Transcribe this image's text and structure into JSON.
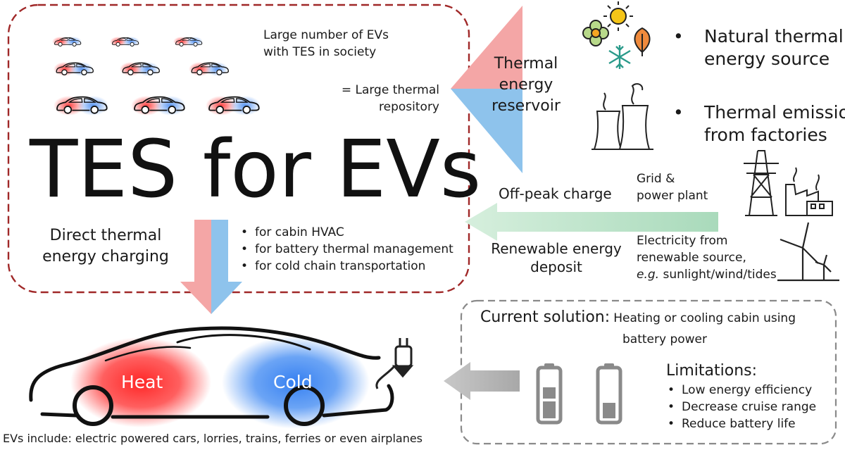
{
  "ev_panel": {
    "society_line1": "Large number of EVs",
    "society_line2": "with TES in society",
    "repository_line1": "= Large thermal",
    "repository_line2": "repository",
    "main_title": "TES for EVs",
    "direct_line1": "Direct thermal",
    "direct_line2": "energy charging",
    "uses": [
      "for cabin HVAC",
      "for battery thermal management",
      "for cold chain transportation"
    ]
  },
  "reservoir": {
    "label_line1": "Thermal",
    "label_line2": "energy",
    "label_line3": "reservoir",
    "sources": [
      {
        "line1": "Natural thermal",
        "line2": "energy source"
      },
      {
        "line1": "Thermal emission",
        "line2": "from factories"
      }
    ]
  },
  "grid": {
    "offpeak": "Off-peak charge",
    "grid_line1": "Grid &",
    "grid_line2": "power plant",
    "renew_line1": "Renewable energy",
    "renew_line2": "deposit",
    "elec_line1": "Electricity from",
    "elec_line2": "renewable source,",
    "elec_eg": "e.g.",
    "elec_line3": "sunlight/wind/tides"
  },
  "current": {
    "title": "Current solution:",
    "desc_line1": "Heating or cooling cabin using",
    "desc_line2": "battery power",
    "limitations_title": "Limitations:",
    "limitations": [
      "Low energy efficiency",
      "Decrease cruise range",
      "Reduce battery life"
    ]
  },
  "car": {
    "heat": "Heat",
    "cold": "Cold",
    "footnote": "EVs include: electric powered cars, lorries, trains, ferries or even airplanes"
  },
  "colors": {
    "dashed_border": "#a02828",
    "warm": "#f4a6a6",
    "cool": "#8ec3ec",
    "green_arrow": "#bfe3cc",
    "grey_arrow": "#b8b8b8",
    "heat_glow": "#ff2020",
    "cold_glow": "#2f7cf0"
  }
}
